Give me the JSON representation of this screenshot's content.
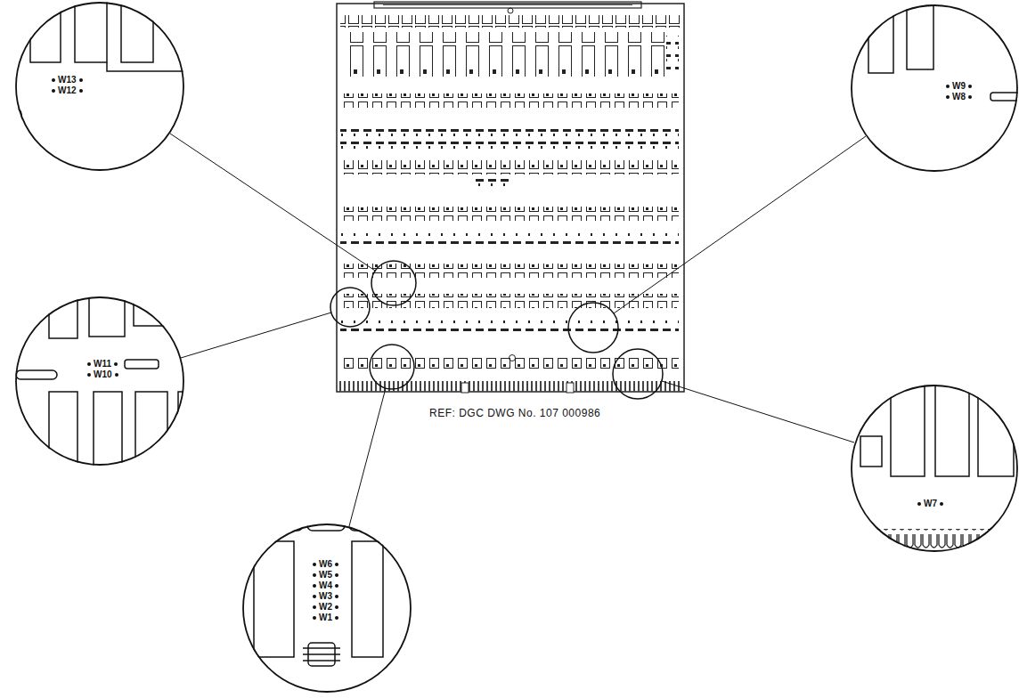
{
  "diagram": {
    "nodes": [
      {
        "text": [
          "W13",
          "W12"
        ]
      },
      {
        "text": [
          "W9",
          "W8"
        ]
      },
      {
        "text": [
          "W11",
          "W10"
        ]
      },
      {
        "text": [
          "W6",
          "W5",
          "W4",
          "W3",
          "W2",
          "W1"
        ]
      },
      {
        "text": [
          "W7"
        ]
      }
    ],
    "labels": [
      "REF:  DGC DWG No. 107 000986"
    ]
  }
}
